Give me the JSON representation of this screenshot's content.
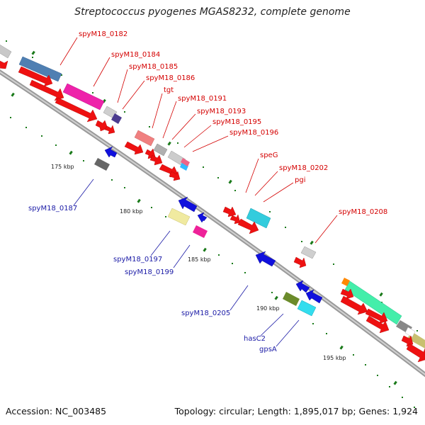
{
  "title": "Streptococcus pyogenes MGAS8232, complete genome",
  "footer": {
    "accession": "Accession: NC_003485",
    "summary": "Topology: circular; Length: 1,895,017 bp; Genes: 1,924"
  },
  "colors": {
    "forward_label": "#d40000",
    "reverse_label": "#1a1aa6",
    "cds_forward": "#ee1111",
    "cds_reverse": "#1010dd",
    "backbone": "#777777",
    "tick": "#1a7a1a"
  },
  "scale_labels": [
    "175 kbp",
    "180 kbp",
    "185 kbp",
    "190 kbp",
    "195 kbp"
  ],
  "forward_gene_labels": [
    "spyM18_0182",
    "spyM18_0184",
    "spyM18_0185",
    "spyM18_0186",
    "tgt",
    "spyM18_0191",
    "spyM18_0193",
    "spyM18_0195",
    "spyM18_0196",
    "speG",
    "spyM18_0202",
    "pgi",
    "spyM18_0208"
  ],
  "reverse_gene_labels": [
    "spyM18_0187",
    "spyM18_0197",
    "spyM18_0199",
    "spyM18_0205",
    "hasC2",
    "gpsA"
  ]
}
